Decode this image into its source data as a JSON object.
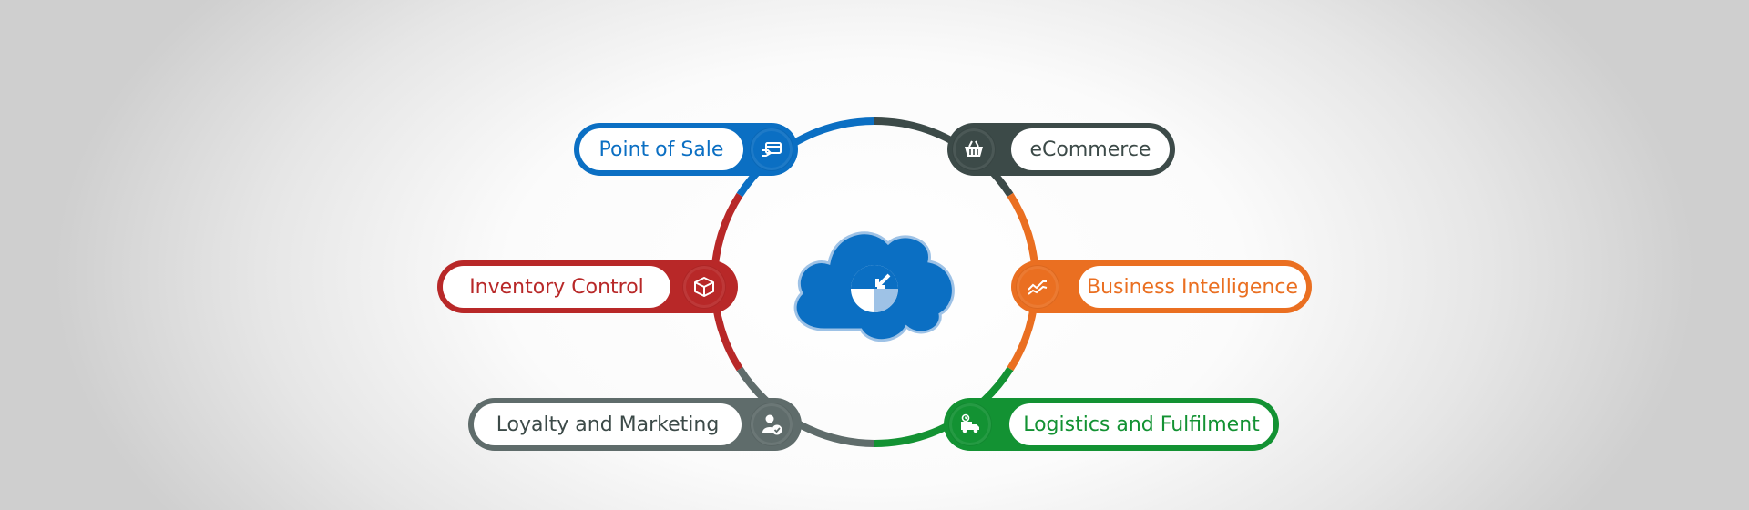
{
  "center": {
    "icon": "cloud-logo-icon"
  },
  "colors": {
    "blue": "#0b6fc3",
    "darkgray": "#3c4a48",
    "orange": "#ea6f21",
    "red": "#b82828",
    "gray": "#5f6c6b",
    "green": "#139233"
  },
  "modules": [
    {
      "id": "point-of-sale",
      "label": "Point of Sale",
      "icon": "payment-card-icon",
      "color": "#0b6fc3"
    },
    {
      "id": "ecommerce",
      "label": "eCommerce",
      "icon": "shopping-basket-icon",
      "color": "#3c4a48"
    },
    {
      "id": "inventory-control",
      "label": "Inventory Control",
      "icon": "package-box-icon",
      "color": "#b82828"
    },
    {
      "id": "business-intelligence",
      "label": "Business Intelligence",
      "icon": "trend-chart-icon",
      "color": "#ea6f21"
    },
    {
      "id": "loyalty-marketing",
      "label": "Loyalty and Marketing",
      "icon": "user-check-icon",
      "color": "#5f6c6b"
    },
    {
      "id": "logistics-fulfilment",
      "label": "Logistics and Fulfilment",
      "icon": "delivery-truck-icon",
      "color": "#139233"
    }
  ]
}
